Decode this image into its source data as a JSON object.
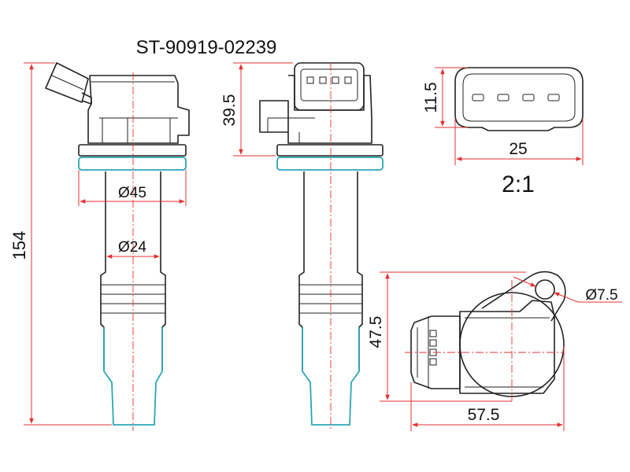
{
  "part_number": "ST-90919-02239",
  "scale": "2:1",
  "dimensions": {
    "total_length": "154",
    "head_height": "39.5",
    "seal_diameter": "Ø45",
    "boot_diameter": "Ø24",
    "connector_height": "11.5",
    "connector_width": "25",
    "mount_hole": "Ø7.5",
    "top_depth": "47.5",
    "top_width": "57.5"
  },
  "colors": {
    "outline": "#222222",
    "dimension": "#e53030",
    "seal": "#2aa6b8"
  }
}
